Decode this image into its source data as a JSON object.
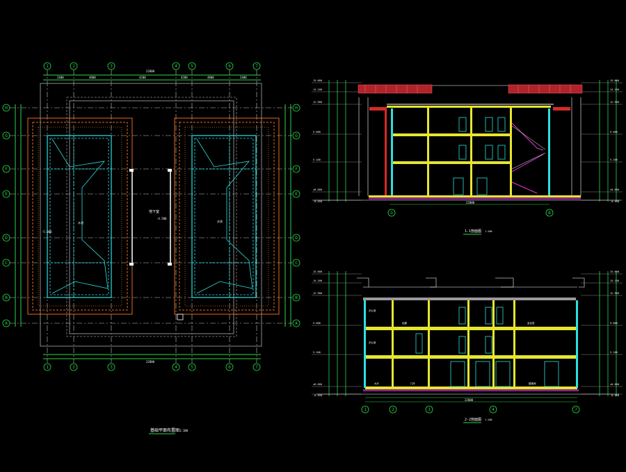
{
  "plan": {
    "top_axes": [
      "1",
      "2",
      "3",
      "4",
      "5",
      "6",
      "7"
    ],
    "bottom_axes": [
      "1",
      "2",
      "3",
      "4",
      "5",
      "6",
      "7"
    ],
    "left_axes": [
      "H",
      "G",
      "F",
      "E",
      "D",
      "C",
      "B",
      "A"
    ],
    "right_axes": [
      "H",
      "G",
      "F",
      "E",
      "D",
      "C",
      "B",
      "A"
    ],
    "title": "基础平面布置图",
    "title_scale": "1:100",
    "label_left_pool": "水池",
    "label_right_pool": "水池",
    "label_center": "地下室",
    "label_center_sub": "-4.500",
    "label_small": "-5.000",
    "top_dim_a": "2400",
    "top_dim_b": "4800",
    "top_dim_c": "4200",
    "top_dim_d": "4200",
    "top_dim_e": "4800",
    "top_dim_f": "2400",
    "dim_total": "22800"
  },
  "section1": {
    "title": "1-1剖面图",
    "scale": "1:100",
    "levels": [
      "15.600",
      "14.100",
      "12.900",
      "9.000",
      "5.100",
      "±0.000",
      "-0.450"
    ],
    "right_levels": [
      "15.600",
      "14.100",
      "12.900",
      "9.000",
      "5.100",
      "±0.000",
      "-0.450"
    ],
    "bottom_axes": [
      "G",
      "B"
    ],
    "dim_total": "22800"
  },
  "section2": {
    "title": "2-2剖面图",
    "scale": "1:100",
    "levels": [
      "15.600",
      "14.100",
      "12.900",
      "9.000",
      "5.100",
      "±0.000",
      "-0.450"
    ],
    "right_levels": [
      "15.600",
      "14.100",
      "12.900",
      "9.000",
      "5.100",
      "±0.000",
      "-0.450"
    ],
    "bottom_axes": [
      "1",
      "2",
      "3",
      "4",
      "7"
    ],
    "dim_total": "22800",
    "room_labels": [
      "办公室",
      "办公室",
      "走廊",
      "会议室",
      "大厅",
      "门厅",
      "楼梯间"
    ]
  }
}
